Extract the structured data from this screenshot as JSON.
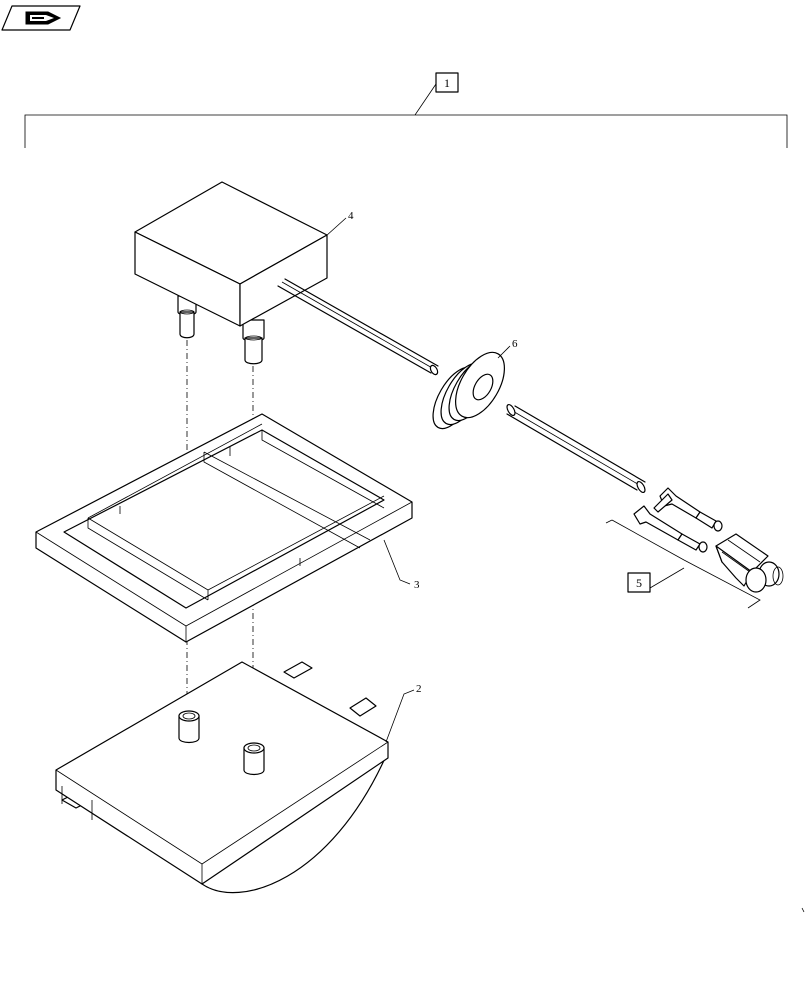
{
  "nav_icon": "forward-page-icon",
  "callouts": {
    "assembly": "1",
    "base_housing": "2",
    "frame_gasket": "3",
    "sensor_module": "4",
    "connector_kit": "5",
    "grommet": "6"
  }
}
